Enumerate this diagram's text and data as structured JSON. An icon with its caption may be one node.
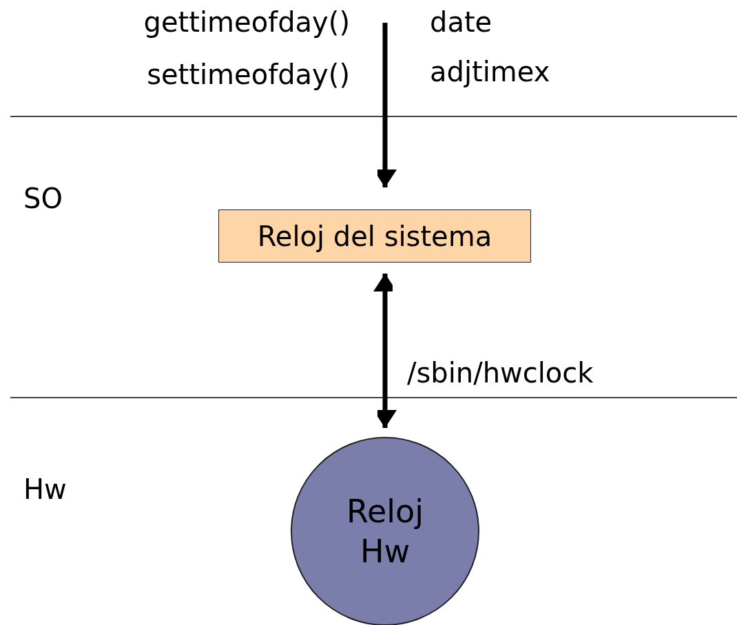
{
  "diagram": {
    "nodes": [
      {
        "text": [
          "Reloj del sistema"
        ]
      },
      {
        "text": [
          "Reloj Hw"
        ]
      }
    ],
    "edges": [
      {
        "from": null,
        "to": 0,
        "arrow": "to"
      },
      {
        "from": 0,
        "to": 1,
        "arrow": "both",
        "label": "/sbin/hwclock"
      }
    ],
    "labels": [
      "gettimeofday()",
      "date",
      "settimeofday()",
      "adjtimex",
      "SO",
      "Hw"
    ]
  }
}
